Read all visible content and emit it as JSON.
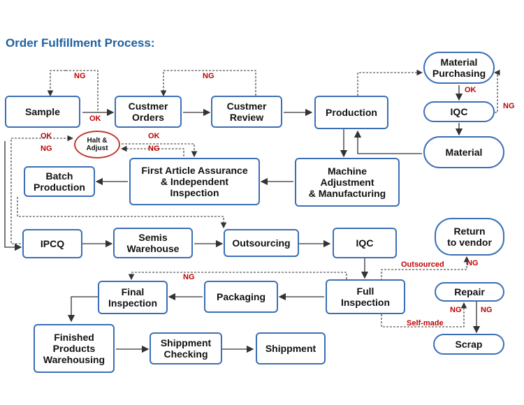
{
  "title": "Order Fulfillment Process:",
  "nodes": {
    "sample": "Sample",
    "custmer_orders": "Custmer\nOrders",
    "custmer_review": "Custmer\nReview",
    "production": "Production",
    "material_purchasing": "Material\nPurchasing",
    "iqc_top": "IQC",
    "material": "Material",
    "halt_adjust": "Halt &\nAdjust",
    "batch_production": "Batch\nProduction",
    "first_article": "First Article Assurance\n& Independent\nInspection",
    "machine_adjustment": "Machine\nAdjustment\n& Manufacturing",
    "ipcq": "IPCQ",
    "semis_warehouse": "Semis\nWarehouse",
    "outsourcing": "Outsourcing",
    "iqc_mid": "IQC",
    "return_vendor": "Return\nto vendor",
    "final_inspection": "Final\nInspection",
    "packaging": "Packaging",
    "full_inspection": "Full\nInspection",
    "repair": "Repair",
    "finished_warehousing": "Finished\nProducts\nWarehousing",
    "shippment_checking": "Shippment\nChecking",
    "shippment": "Shippment",
    "scrap": "Scrap"
  },
  "labels": {
    "ng_sample": "NG",
    "ok_sample": "OK",
    "ng_review": "NG",
    "ok_purchasing": "OK",
    "ng_iqc_top": "NG",
    "ok_halt_left": "OK",
    "ng_halt_left": "NG",
    "ok_halt_right": "OK",
    "ng_halt_right": "NG",
    "ng_final": "NG",
    "outsourced": "Outsourced",
    "ng_return": "NG",
    "self_made": "Self-made",
    "ng_repair_left": "NG",
    "ng_repair_right": "NG"
  },
  "colors": {
    "box_border": "#3b6fb6",
    "title": "#1f5f9f",
    "label": "#c00000",
    "oval_border": "#c0392b"
  }
}
